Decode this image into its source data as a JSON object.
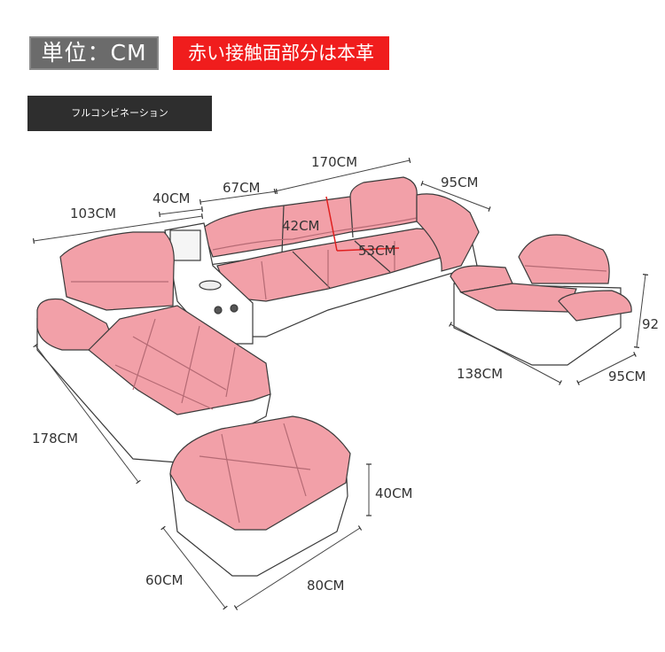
{
  "header": {
    "unit_label": "単位：CM",
    "leather_note": "赤い接触面部分は本革",
    "set_label": "フルコンビネーション"
  },
  "dimensions": {
    "sofa_total_width": "170CM",
    "sofa_depth": "95CM",
    "section_width": "67CM",
    "console_width": "40CM",
    "chaise_width": "103CM",
    "chaise_length": "178CM",
    "back_height": "42CM",
    "seat_depth": "53CM",
    "chair_width": "138CM",
    "chair_depth": "95CM",
    "chair_height": "92",
    "ottoman_height": "40CM",
    "ottoman_width": "80CM",
    "ottoman_depth": "60CM"
  },
  "colors": {
    "leather": "#f2a0a8",
    "leather_shadow": "#d57f89",
    "outline": "#3a3a3a",
    "frame": "#ffffff",
    "highlight_red": "#f01d1d"
  }
}
